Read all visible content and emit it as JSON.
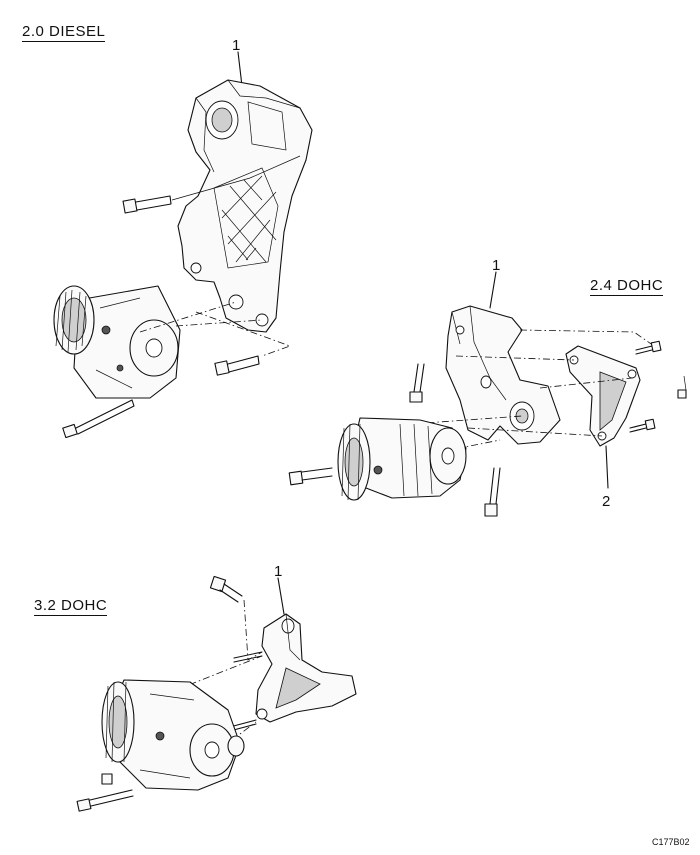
{
  "sections": {
    "diesel": {
      "label": "2.0 DIESEL",
      "callout": "1"
    },
    "dohc24": {
      "label": "2.4 DOHC",
      "callout_bracket": "1",
      "callout_brace": "2"
    },
    "dohc32": {
      "label": "3.2 DOHC",
      "callout": "1"
    }
  },
  "figure_code": "C177B02"
}
